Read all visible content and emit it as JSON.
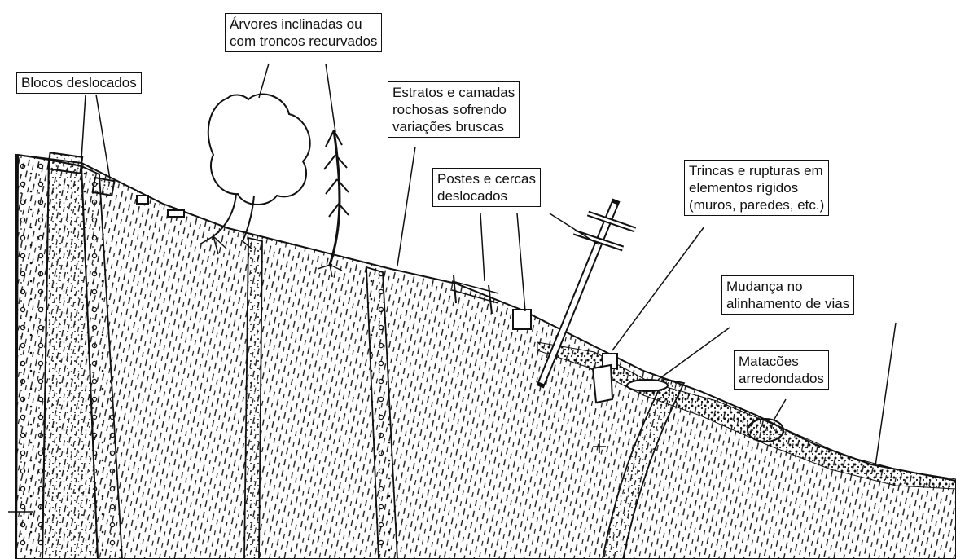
{
  "labels": {
    "arvores": [
      "Árvores inclinadas ou",
      "com troncos recurvados"
    ],
    "blocos": [
      "Blocos deslocados"
    ],
    "estratos": [
      "Estratos e camadas",
      "rochosas sofrendo",
      "variações bruscas"
    ],
    "postes": [
      "Postes e cercas",
      "deslocados"
    ],
    "trincas": [
      "Trincas e rupturas em",
      "elementos rígidos",
      "(muros, paredes, etc.)"
    ],
    "mudanca": [
      "Mudança no",
      "alinhamento de vias"
    ],
    "matacoes": [
      "Matacões",
      "arredondados"
    ]
  },
  "colors": {
    "ink": "#111111",
    "paper": "#ffffff",
    "rock": "#f4f4f4"
  }
}
